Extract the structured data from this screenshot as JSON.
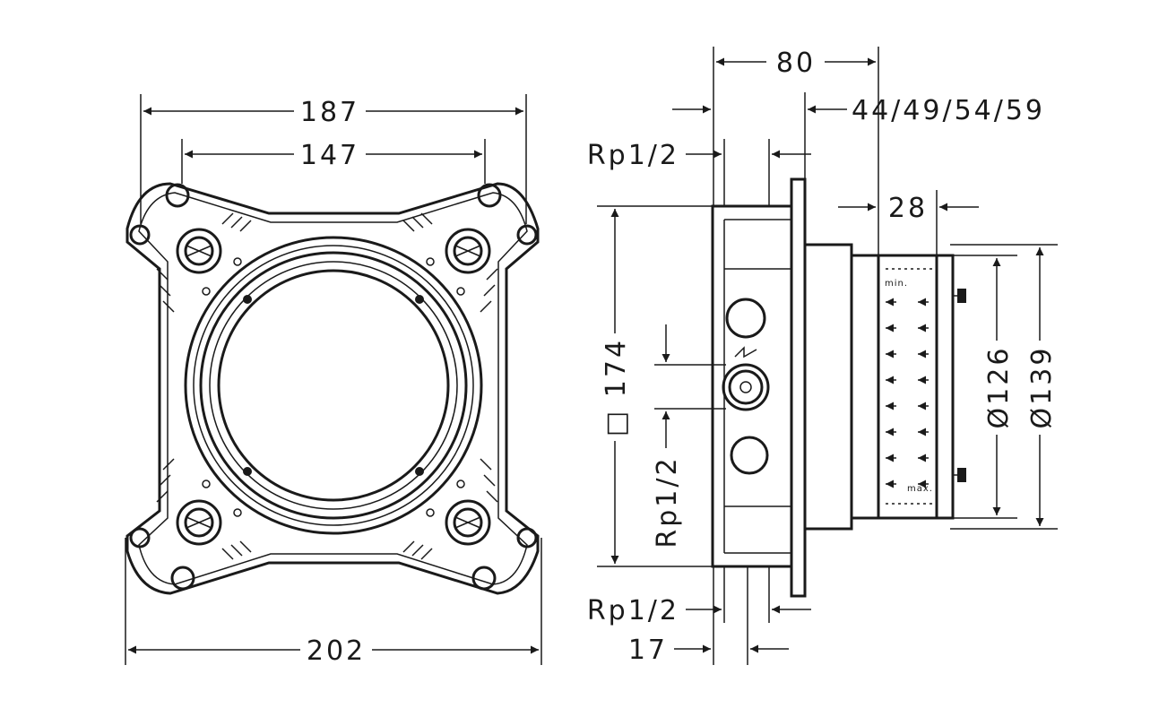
{
  "front_view": {
    "dim_overall_top": "187",
    "dim_inner_top": "147",
    "dim_overall_bottom": "202"
  },
  "side_view": {
    "dim_depth": "80",
    "dim_install_depth": "44/49/54/59",
    "dim_thread_top": "Rp1/2",
    "dim_thread_bottom": "Rp1/2",
    "dim_thread_side": "Rp1/2",
    "dim_spacing": "28",
    "dim_square": "□ 174",
    "dim_diameter_inner": "Ø126",
    "dim_diameter_outer": "Ø139",
    "dim_offset": "17",
    "label_min": "min.",
    "label_max": "max."
  },
  "colors": {
    "line": "#1a1a1a",
    "background": "#ffffff"
  }
}
